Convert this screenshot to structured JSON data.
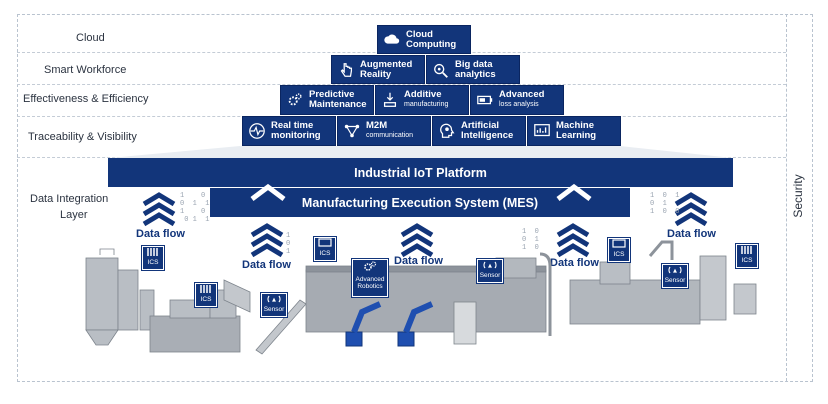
{
  "layers": {
    "cloud": "Cloud",
    "smart_workforce": "Smart Workforce",
    "effectiveness": "Effectiveness & Efficiency",
    "traceability": "Traceability & Visibility",
    "data_integration_1": "Data Integration",
    "data_integration_2": "Layer"
  },
  "security": "Security",
  "pyramid": {
    "cloud_computing": [
      "Cloud",
      "Computing"
    ],
    "augmented_reality": [
      "Augmented",
      "Reality"
    ],
    "big_data": [
      "Big data",
      "analytics"
    ],
    "predictive_maintenance": [
      "Predictive",
      "Maintenance"
    ],
    "additive_manufacturing": [
      "Additive",
      "manufacturing"
    ],
    "advanced_loss": [
      "Advanced",
      "loss analysis"
    ],
    "real_time_monitoring": [
      "Real time",
      "monitoring"
    ],
    "m2m": [
      "M2M",
      "communication"
    ],
    "artificial_intelligence": [
      "Artificial",
      "Intelligence"
    ],
    "machine_learning": [
      "Machine",
      "Learning"
    ]
  },
  "platform": "Industrial IoT Platform",
  "mes": "Manufacturing Execution System (MES)",
  "data_flow": "Data flow",
  "tags": {
    "ics": "ICS",
    "sensor": "Sensor",
    "advanced_robotics": [
      "Advanced",
      "Robotics"
    ]
  },
  "colors": {
    "primary": "#12357a",
    "frame": "#b9c3cf"
  }
}
